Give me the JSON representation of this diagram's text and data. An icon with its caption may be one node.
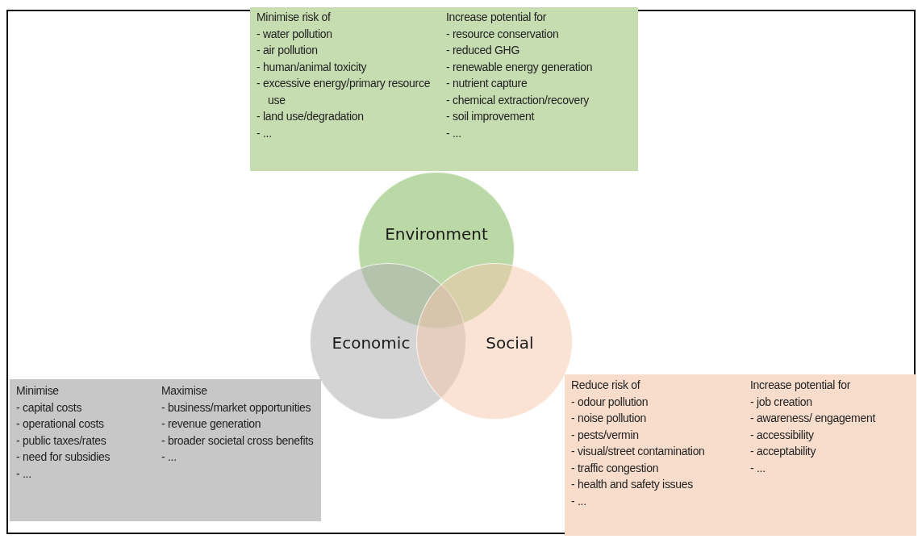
{
  "diagram": {
    "nodes": [
      {
        "text": [],
        "shape": "box"
      },
      {
        "text": [
          "Minimise risk of",
          "- water pollution",
          "- air pollution",
          "- human/animal toxicity",
          "- excessive energy/primary resource use",
          "- land use/degradation",
          "- ..."
        ],
        "in": 0
      },
      {
        "text": [
          "Increase potential for",
          "- resource conservation",
          "- reduced GHG",
          "- renewable energy generation",
          "- nutrient capture",
          "- chemical extraction/recovery",
          "- soil improvement",
          "- ..."
        ],
        "in": 0
      },
      {
        "text": [
          "Environment"
        ]
      },
      {
        "text": [
          "Economic"
        ]
      },
      {
        "text": [
          "Social"
        ]
      },
      {
        "text": [],
        "shape": "box"
      },
      {
        "text": [
          "Minimise",
          "- capital costs",
          "- operational costs",
          "- public taxes/rates",
          "- need for subsidies",
          "- ..."
        ],
        "in": 6
      },
      {
        "text": [
          "Maximise",
          "- business/market opportunities",
          "- revenue generation",
          "- broader societal cross benefits",
          "- ..."
        ],
        "in": 6
      },
      {
        "text": [],
        "shape": "box"
      },
      {
        "text": [
          "Reduce risk of",
          "- odour pollution",
          "- noise pollution",
          "- pests/vermin",
          "- visual/street contamination",
          "- traffic congestion",
          "- health and safety issues",
          "- ..."
        ],
        "in": 9
      },
      {
        "text": [
          "Increase potential for",
          "- job creation",
          "- awareness/ engagement",
          "- accessibility",
          "- acceptability",
          "- ..."
        ],
        "in": 9
      }
    ],
    "edges": []
  }
}
